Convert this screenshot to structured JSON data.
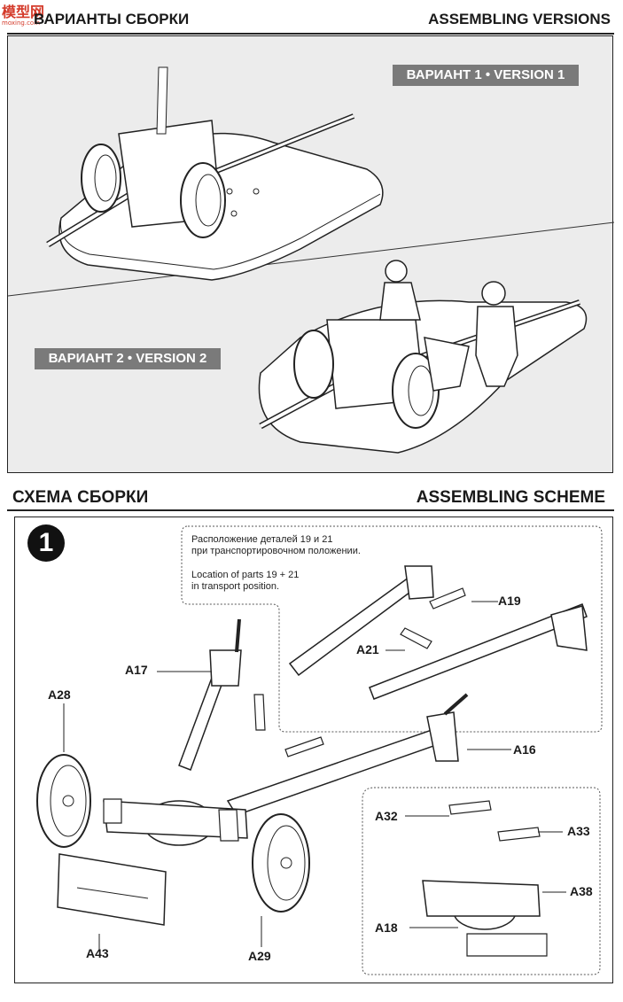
{
  "logo": {
    "text": "模型网",
    "sub": "moxing.com"
  },
  "versions_header": {
    "ru": "ВАРИАНТЫ СБОРКИ",
    "en": "ASSEMBLING VERSIONS"
  },
  "version1_label": "ВАРИАНТ 1 • VERSION 1",
  "version2_label": "ВАРИАНТ 2 • VERSION 2",
  "scheme_header": {
    "ru": "СХЕМА СБОРКИ",
    "en": "ASSEMBLING SCHEME"
  },
  "step_number": "1",
  "note": {
    "ru_line1": "Расположение деталей 19 и 21",
    "ru_line2": "при транспортировочном положении.",
    "en_line1": "Location of parts 19 + 21",
    "en_line2": "in transport position."
  },
  "callouts": {
    "a19": "A19",
    "a21": "A21",
    "a17": "A17",
    "a28": "A28",
    "a16": "A16",
    "a32": "A32",
    "a33": "A33",
    "a38": "A38",
    "a18": "A18",
    "a43": "A43",
    "a29": "A29"
  },
  "colors": {
    "panel_bg": "#ececec",
    "badge_bg": "#7a7a7a",
    "ink": "#1a1a1a"
  }
}
